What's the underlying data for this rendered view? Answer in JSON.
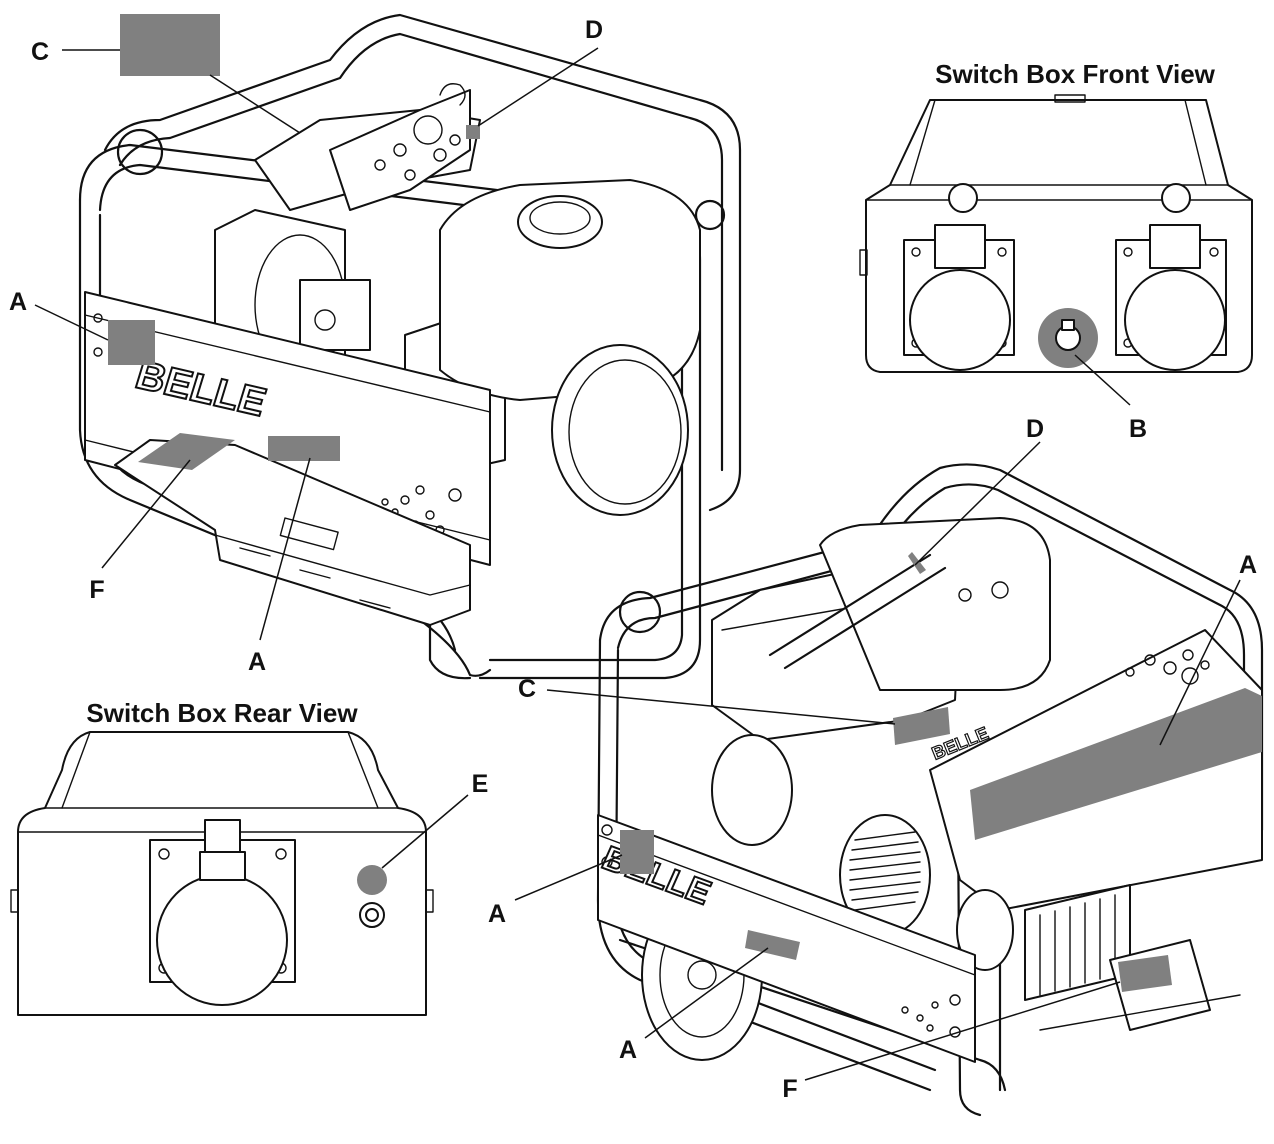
{
  "titles": {
    "front_view": "Switch Box Front View",
    "rear_view": "Switch Box Rear View"
  },
  "brand": {
    "frame_text": "BELLE"
  },
  "callouts": {
    "c_top": "C",
    "d_top": "D",
    "a_left": "A",
    "f_left": "F",
    "a_bottom": "A",
    "b_front": "B",
    "d_right": "D",
    "a_right_top": "A",
    "c_right": "C",
    "e_rear": "E",
    "a_right_mid": "A",
    "a_right_low": "A",
    "f_right": "F"
  },
  "colors": {
    "decal": "#808080",
    "line": "#111111",
    "background": "#ffffff"
  }
}
